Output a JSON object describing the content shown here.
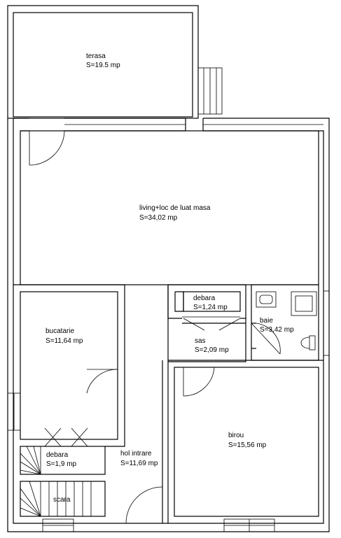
{
  "rooms": {
    "terasa": {
      "name": "terasa",
      "area": "S=19.5 mp"
    },
    "living": {
      "name": "living+loc de luat masa",
      "area": "S=34,02 mp"
    },
    "debara1": {
      "name": "debara",
      "area": "S=1,24 mp"
    },
    "baie": {
      "name": "baie",
      "area": "S=3,42 mp"
    },
    "sas": {
      "name": "sas",
      "area": "S=2,09 mp"
    },
    "bucatarie": {
      "name": "bucatarie",
      "area": "S=11,64 mp"
    },
    "birou": {
      "name": "birou",
      "area": "S=15,56 mp"
    },
    "debara2": {
      "name": "debara",
      "area": "S=1,9 mp"
    },
    "hol": {
      "name": "hol intrare",
      "area": "S=11,69 mp"
    },
    "scara": {
      "name": "scara"
    }
  }
}
